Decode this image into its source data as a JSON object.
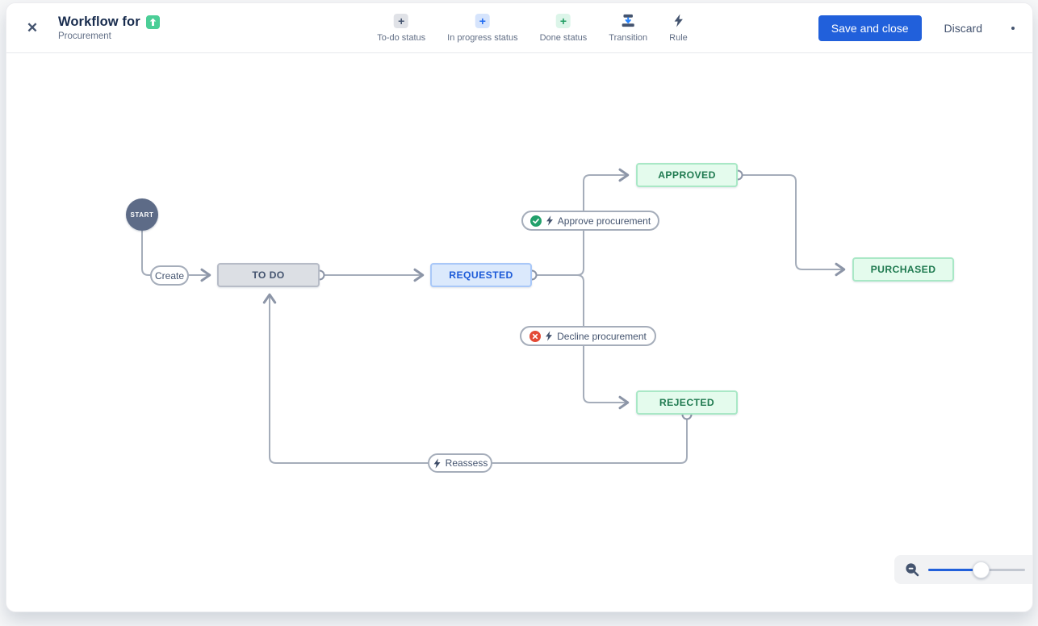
{
  "header": {
    "close_icon_glyph": "✕",
    "title": "Workflow for",
    "issue_icon": "up-arrow-green-icon",
    "subtitle": "Procurement",
    "toolbar": [
      {
        "label": "To-do status",
        "icon": "plus-todo-status-icon",
        "plus_glyph": "+"
      },
      {
        "label": "In progress status",
        "icon": "plus-in-progress-status-icon",
        "plus_glyph": "+"
      },
      {
        "label": "Done status",
        "icon": "plus-done-status-icon",
        "plus_glyph": "+"
      },
      {
        "label": "Transition",
        "icon": "transition-icon"
      },
      {
        "label": "Rule",
        "icon": "rule-lightning-icon"
      }
    ],
    "actions": {
      "save_label": "Save and close",
      "discard_label": "Discard",
      "more_indicator": "dot"
    }
  },
  "diagram": {
    "start_node": {
      "label": "START"
    },
    "nodes": [
      {
        "label": "TO DO",
        "category": "todo"
      },
      {
        "label": "REQUESTED",
        "category": "in-progress"
      },
      {
        "label": "APPROVED",
        "category": "done"
      },
      {
        "label": "PURCHASED",
        "category": "done"
      },
      {
        "label": "REJECTED",
        "category": "done"
      }
    ],
    "transitions": [
      {
        "label": "Create",
        "icons": []
      },
      {
        "label": "Approve procurement",
        "icons": [
          "check-circle-icon",
          "lightning-icon"
        ]
      },
      {
        "label": "Decline procurement",
        "icons": [
          "x-circle-icon",
          "lightning-icon"
        ]
      },
      {
        "label": "Reassess",
        "icons": [
          "lightning-icon"
        ]
      }
    ],
    "connections": [
      "START -> Create -> TO DO",
      "TO DO -> REQUESTED",
      "REQUESTED -> Approve procurement -> APPROVED",
      "REQUESTED -> Decline procurement -> REJECTED",
      "APPROVED -> PURCHASED",
      "REJECTED -> Reassess -> TO DO"
    ]
  },
  "zoom_control": {
    "zoom_out_icon": "magnifier-minus-icon",
    "slider_position": 0.42
  },
  "colors": {
    "accent_blue": "#2160DB",
    "line_gray": "#A5ADBA",
    "status_gray_bg": "#DCDFE4",
    "status_blue_bg": "#DBE9FC",
    "status_green_bg": "#E4FBED",
    "status_gray_text": "#44546F",
    "status_blue_text": "#1D5BD8",
    "status_green_text": "#1F7A50",
    "approve_icon_green": "#22A06B",
    "decline_icon_red": "#E34935",
    "start_node_bg": "#5D6B87",
    "issue_icon_green": "#4BCE97"
  }
}
